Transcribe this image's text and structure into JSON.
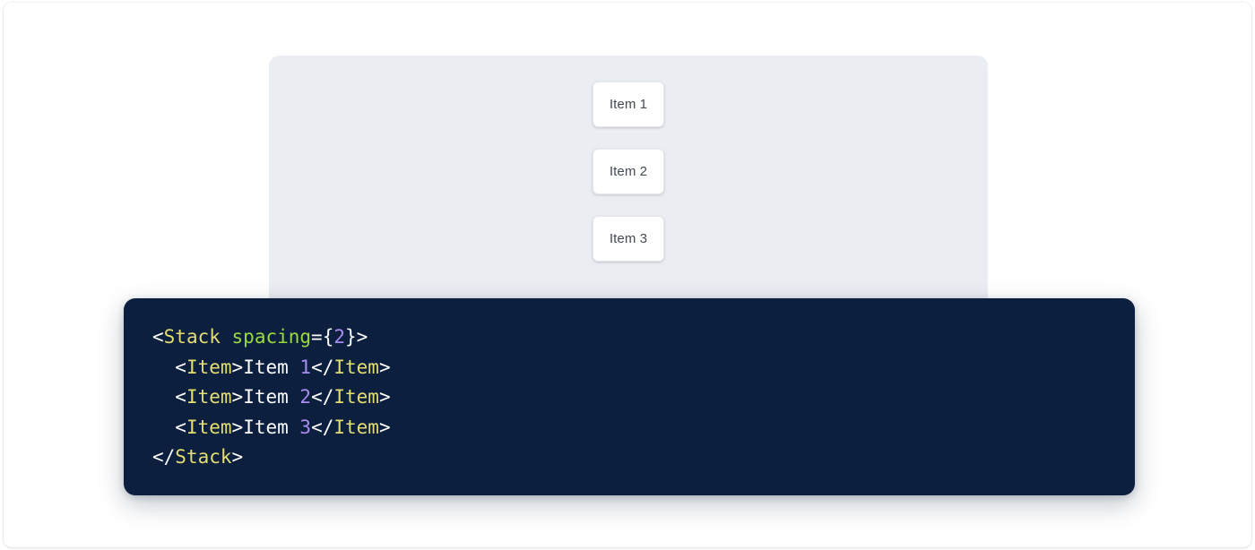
{
  "preview": {
    "component_name": "Stack",
    "items": [
      {
        "label": "Item 1"
      },
      {
        "label": "Item 2"
      },
      {
        "label": "Item 3"
      }
    ]
  },
  "code": {
    "language": "jsx",
    "lines": [
      {
        "indent": "",
        "tokens": [
          {
            "type": "punct",
            "text": "<"
          },
          {
            "type": "tag",
            "text": "Stack"
          },
          {
            "type": "text",
            "text": " "
          },
          {
            "type": "attr",
            "text": "spacing"
          },
          {
            "type": "punct",
            "text": "="
          },
          {
            "type": "punct",
            "text": "{"
          },
          {
            "type": "num",
            "text": "2"
          },
          {
            "type": "punct",
            "text": "}"
          },
          {
            "type": "punct",
            "text": ">"
          }
        ]
      },
      {
        "indent": "  ",
        "tokens": [
          {
            "type": "punct",
            "text": "<"
          },
          {
            "type": "tag",
            "text": "Item"
          },
          {
            "type": "punct",
            "text": ">"
          },
          {
            "type": "text",
            "text": "Item "
          },
          {
            "type": "num",
            "text": "1"
          },
          {
            "type": "punct",
            "text": "</"
          },
          {
            "type": "tag",
            "text": "Item"
          },
          {
            "type": "punct",
            "text": ">"
          }
        ]
      },
      {
        "indent": "  ",
        "tokens": [
          {
            "type": "punct",
            "text": "<"
          },
          {
            "type": "tag",
            "text": "Item"
          },
          {
            "type": "punct",
            "text": ">"
          },
          {
            "type": "text",
            "text": "Item "
          },
          {
            "type": "num",
            "text": "2"
          },
          {
            "type": "punct",
            "text": "</"
          },
          {
            "type": "tag",
            "text": "Item"
          },
          {
            "type": "punct",
            "text": ">"
          }
        ]
      },
      {
        "indent": "  ",
        "tokens": [
          {
            "type": "punct",
            "text": "<"
          },
          {
            "type": "tag",
            "text": "Item"
          },
          {
            "type": "punct",
            "text": ">"
          },
          {
            "type": "text",
            "text": "Item "
          },
          {
            "type": "num",
            "text": "3"
          },
          {
            "type": "punct",
            "text": "</"
          },
          {
            "type": "tag",
            "text": "Item"
          },
          {
            "type": "punct",
            "text": ">"
          }
        ]
      },
      {
        "indent": "",
        "tokens": [
          {
            "type": "punct",
            "text": "</"
          },
          {
            "type": "tag",
            "text": "Stack"
          },
          {
            "type": "punct",
            "text": ">"
          }
        ]
      }
    ]
  },
  "colors": {
    "page_background": "#ffffff",
    "preview_surface": "#eaedf2",
    "item_card": "#ffffff",
    "item_border": "#e4e7ec",
    "item_text": "#444b54",
    "code_panel_background": "#0c1f3f",
    "code_default": "#ffffff",
    "code_tag": "#e4de72",
    "code_attribute": "#9ad940",
    "code_number": "#a98cf0"
  }
}
